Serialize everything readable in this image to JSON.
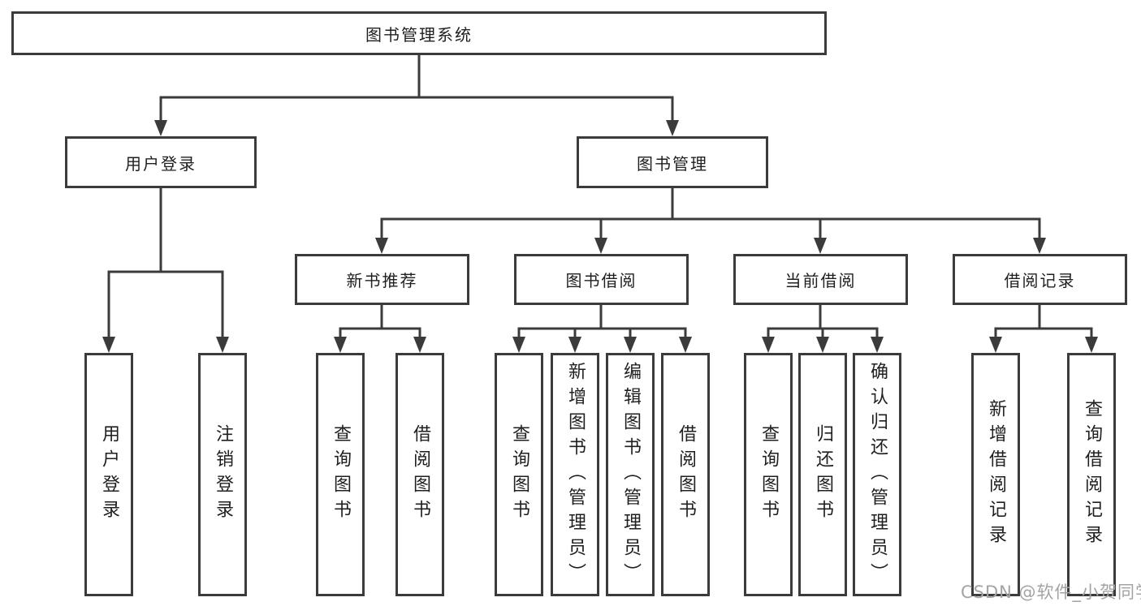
{
  "diagram": {
    "root": {
      "label": "图书管理系统"
    },
    "level2": [
      {
        "label": "用户登录"
      },
      {
        "label": "图书管理"
      }
    ],
    "level3": [
      {
        "label": "新书推荐"
      },
      {
        "label": "图书借阅"
      },
      {
        "label": "当前借阅"
      },
      {
        "label": "借阅记录"
      }
    ],
    "leaves": [
      {
        "label": "用户登录"
      },
      {
        "label": "注销登录"
      },
      {
        "label": "查询图书"
      },
      {
        "label": "借阅图书"
      },
      {
        "label": "查询图书"
      },
      {
        "label": "新增图书（管理员）"
      },
      {
        "label": "编辑图书（管理员）"
      },
      {
        "label": "借阅图书"
      },
      {
        "label": "查询图书"
      },
      {
        "label": "归还图书"
      },
      {
        "label": "确认归还（管理员）"
      },
      {
        "label": "新增借阅记录"
      },
      {
        "label": "查询借阅记录"
      }
    ]
  },
  "watermark": {
    "text": "CSDN @软件_小贺同学"
  },
  "colors": {
    "line": "#3b3b3b",
    "text": "#1f1f1f",
    "watermark": "#a3a3a3",
    "background": "#ffffff"
  }
}
